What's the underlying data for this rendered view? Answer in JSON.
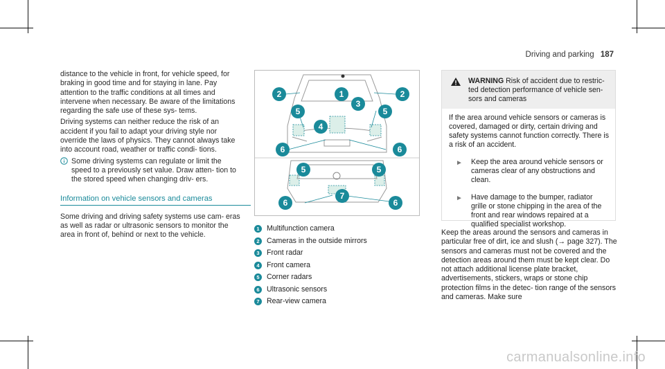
{
  "header": {
    "section": "Driving and parking",
    "page_number": "187"
  },
  "left_column": {
    "para1": "distance to the vehicle in front, for vehicle speed, for braking in good time and for staying in lane. Pay attention to the traffic conditions at all times and intervene when necessary. Be aware of the limitations regarding the safe use of these sys- tems.",
    "para2": "Driving systems can neither reduce the risk of an accident if you fail to adapt your driving style nor override the laws of physics. They cannot always take into account road, weather or traffic condi- tions.",
    "note": "Some driving systems can regulate or limit the speed to a previously set value. Draw atten- tion to the stored speed when changing driv- ers.",
    "section_heading": "Information on vehicle sensors and cameras",
    "para3": "Some driving and driving safety systems use cam- eras as well as radar or ultrasonic sensors to monitor the area in front of, behind or next to the vehicle."
  },
  "figure": {
    "callouts": [
      {
        "n": "1"
      },
      {
        "n": "2"
      },
      {
        "n": "3"
      },
      {
        "n": "4"
      },
      {
        "n": "5"
      },
      {
        "n": "6"
      },
      {
        "n": "7"
      }
    ]
  },
  "legend": [
    {
      "n": "1",
      "label": "Multifunction camera"
    },
    {
      "n": "2",
      "label": "Cameras in the outside mirrors"
    },
    {
      "n": "3",
      "label": "Front radar"
    },
    {
      "n": "4",
      "label": "Front camera"
    },
    {
      "n": "5",
      "label": "Corner radars"
    },
    {
      "n": "6",
      "label": "Ultrasonic sensors"
    },
    {
      "n": "7",
      "label": "Rear-view camera"
    }
  ],
  "warning": {
    "title": "WARNING",
    "title_text": "Risk of accident due to restric- ted detection performance of vehicle sen- sors and cameras",
    "body": "If the area around vehicle sensors or cameras is covered, damaged or dirty, certain driving and safety systems cannot function correctly. There is a risk of an accident.",
    "step1": "Keep the area around vehicle sensors or cameras clear of any obstructions and clean.",
    "step2": "Have damage to the bumper, radiator grille or stone chipping in the area of the front and rear windows repaired at a qualified specialist workshop."
  },
  "right_tail": "Keep the areas around the sensors and cameras in particular free of dirt, ice and slush (→ page 327). The sensors and cameras must not be covered and the detection areas around them must be kept clear. Do not attach additional license plate bracket, advertisements, stickers, wraps or stone chip protection films in the detec- tion range of the sensors and cameras. Make sure",
  "watermark": "carmanualsonline.info",
  "colors": {
    "accent": "#1a8a9a"
  }
}
